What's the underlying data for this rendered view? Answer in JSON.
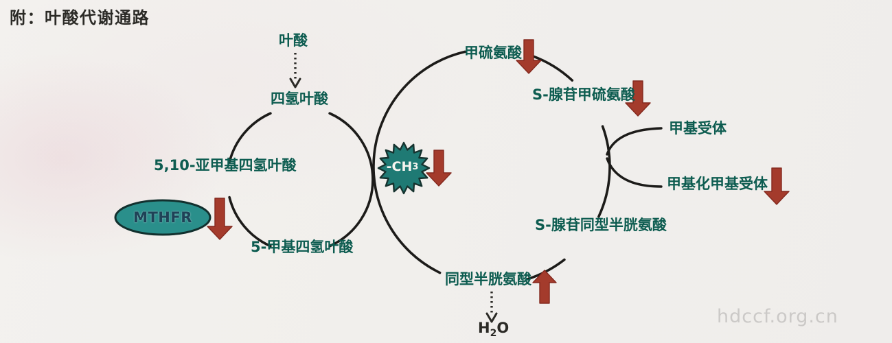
{
  "title": "附：叶酸代谢通路",
  "watermark": "hdccf.org.cn",
  "colors": {
    "ink": "#2b2a26",
    "label_teal": "#0d5c50",
    "shape_teal": "#2a8f8b",
    "starburst_teal": "#1f7a74",
    "arrow_red": "#a43b2c",
    "mthfr_text": "#1f4257",
    "watermark_gray": "#cbc9c7",
    "line_dark": "#1c1b19"
  },
  "nodes": {
    "folic_acid": {
      "label": "叶酸"
    },
    "thf": {
      "label": "四氢叶酸"
    },
    "methylene_thf": {
      "label": "5,10-亚甲基四氢叶酸"
    },
    "methyl_thf": {
      "label": "5-甲基四氢叶酸"
    },
    "mthfr_enzyme": {
      "label": "MTHFR"
    },
    "methyl_group": {
      "prefix": "-CH",
      "subscript": "3"
    },
    "methionine": {
      "label": "甲硫氨酸"
    },
    "sam": {
      "label": "S-腺苷甲硫氨酸"
    },
    "methyl_acceptor": {
      "label": "甲基受体"
    },
    "methylated_methyl_acceptor": {
      "label": "甲基化甲基受体"
    },
    "sah": {
      "label": "S-腺苷同型半胱氨酸"
    },
    "homocysteine": {
      "label": "同型半胱氨酸"
    },
    "water": {
      "h": "H",
      "subscript": "2",
      "o": "O"
    }
  }
}
